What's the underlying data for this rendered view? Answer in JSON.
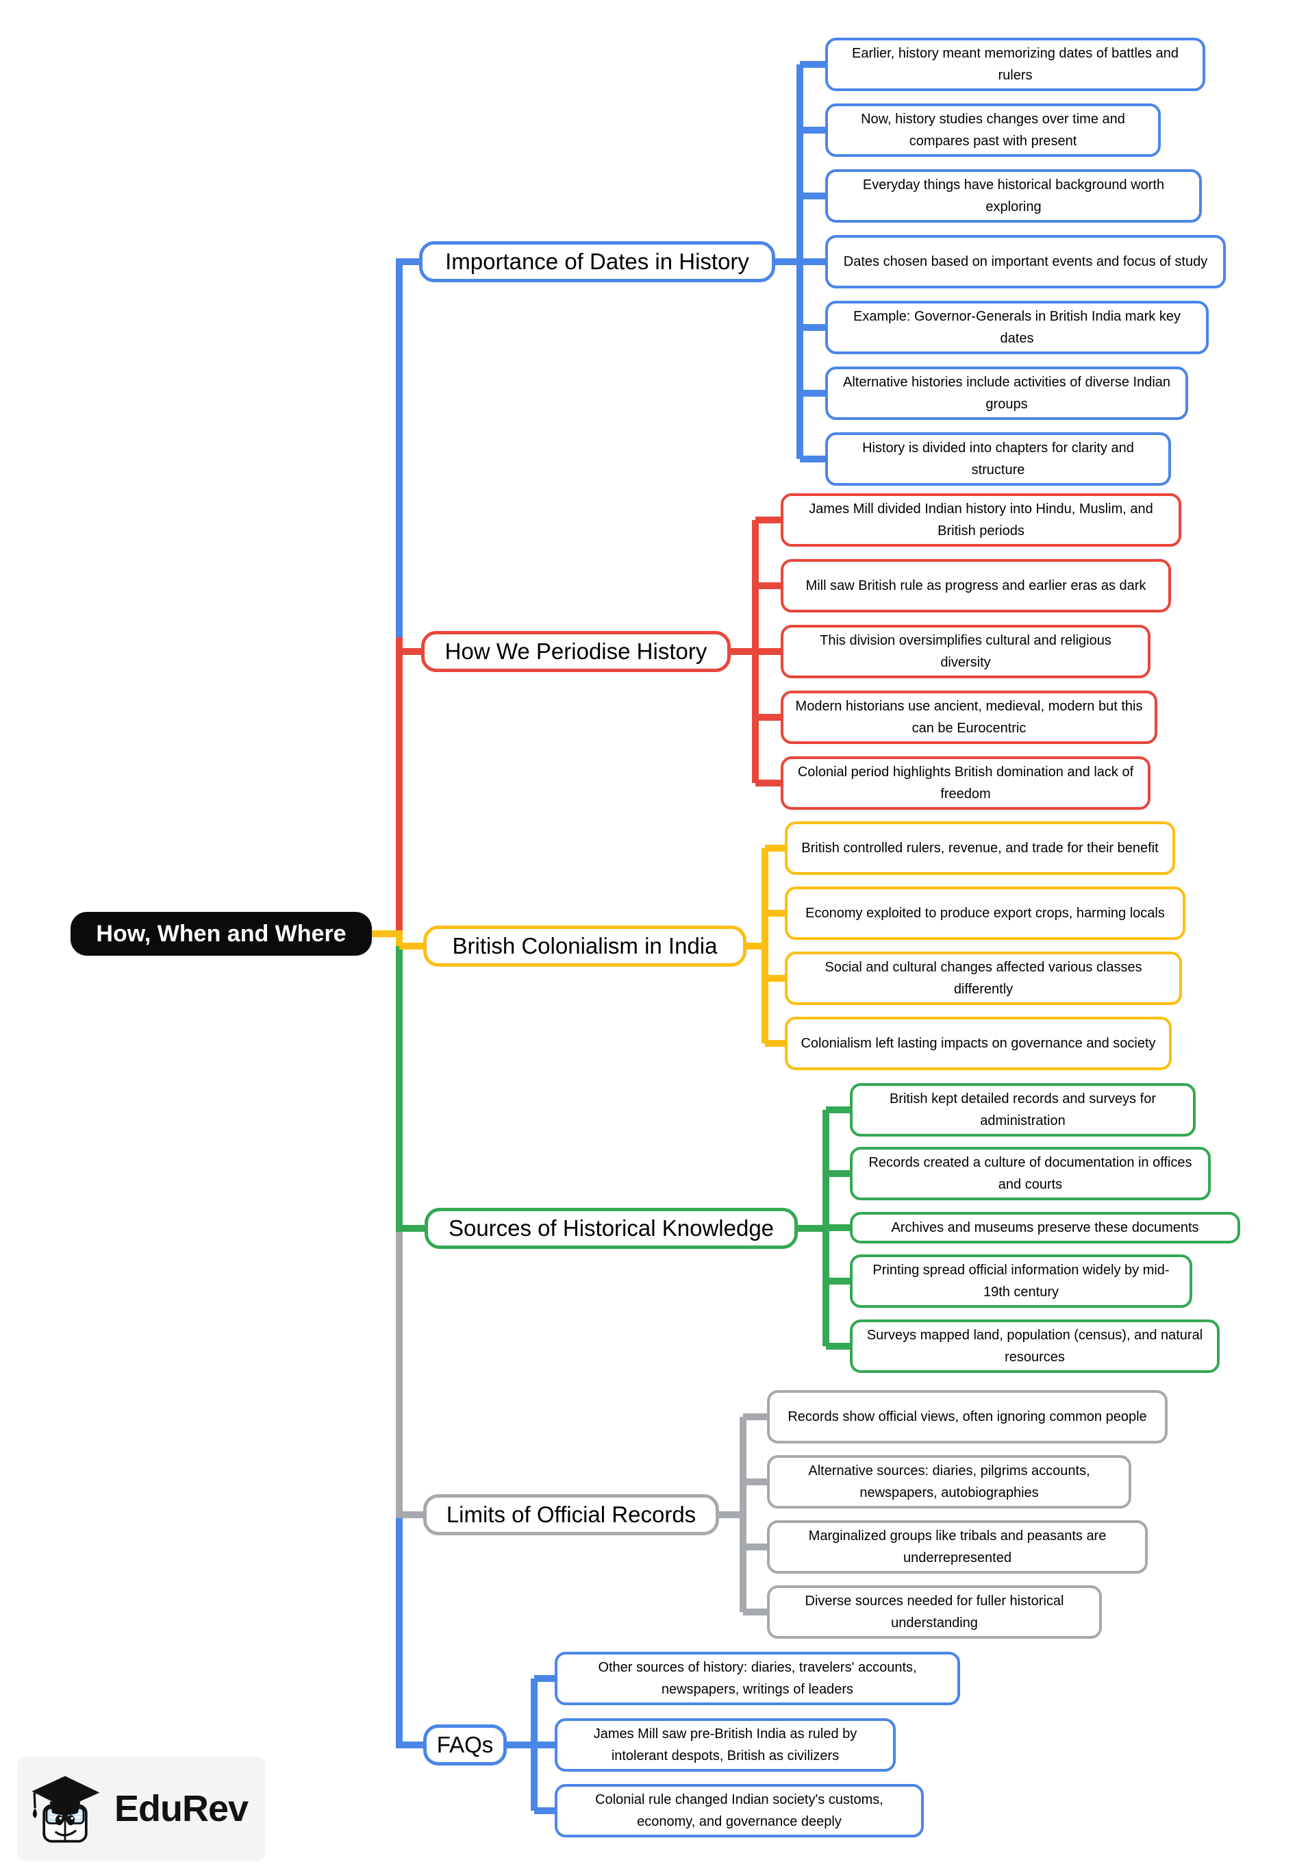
{
  "page": {
    "background": "#ffffff"
  },
  "root": {
    "label": "How, When and Where",
    "bg": "#0b0b0b",
    "text_color": "#ffffff"
  },
  "branches": [
    {
      "name": "importance-of-dates-in-history",
      "label": "Importance of Dates in History",
      "color": "#4a86e8",
      "children": [
        "Earlier, history meant memorizing dates of battles and rulers",
        "Now, history studies changes over time and compares past with present",
        "Everyday things have historical background worth exploring",
        "Dates chosen based on important events and focus of study",
        "Example: Governor-Generals in British India mark key dates",
        "Alternative histories include activities of diverse Indian groups",
        "History is divided into chapters for clarity and structure"
      ]
    },
    {
      "name": "how-we-periodise-history",
      "label": "How We Periodise History",
      "color": "#e8473c",
      "children": [
        "James Mill divided Indian history into Hindu, Muslim, and British periods",
        "Mill saw British rule as progress and earlier eras as dark",
        "This division oversimplifies cultural and religious diversity",
        "Modern historians use ancient, medieval, modern but this can be Eurocentric",
        "Colonial period highlights British domination and lack of freedom"
      ]
    },
    {
      "name": "british-colonialism-in-india",
      "label": "British Colonialism in India",
      "color": "#fcbe12",
      "children": [
        "British controlled rulers, revenue, and trade for their benefit",
        "Economy exploited to produce export crops, harming locals",
        "Social and cultural changes affected various classes differently",
        "Colonialism left lasting impacts on governance and society"
      ]
    },
    {
      "name": "sources-of-historical-knowledge",
      "label": "Sources of Historical Knowledge",
      "color": "#34a853",
      "children": [
        "British kept detailed records and surveys for administration",
        "Records created a culture of documentation in offices and courts",
        "Archives and museums preserve these documents",
        "Printing spread official information widely by mid-19th century",
        "Surveys mapped land, population (census), and natural resources"
      ]
    },
    {
      "name": "limits-of-official-records",
      "label": "Limits of Official Records",
      "color": "#a6a9ad",
      "children": [
        "Records show official views, often ignoring common people",
        "Alternative sources: diaries, pilgrims accounts, newspapers, autobiographies",
        "Marginalized groups like tribals and peasants are underrepresented",
        "Diverse sources needed for fuller historical understanding"
      ]
    },
    {
      "name": "faqs",
      "label": "FAQs",
      "color": "#4a86e8",
      "children": [
        "Other sources of history: diaries, travelers' accounts, newspapers, writings of leaders",
        "James Mill saw pre-British India as ruled by intolerant despots, British as civilizers",
        "Colonial rule changed Indian society's customs, economy, and governance deeply"
      ]
    }
  ],
  "logo": {
    "brand": "EduRev"
  }
}
